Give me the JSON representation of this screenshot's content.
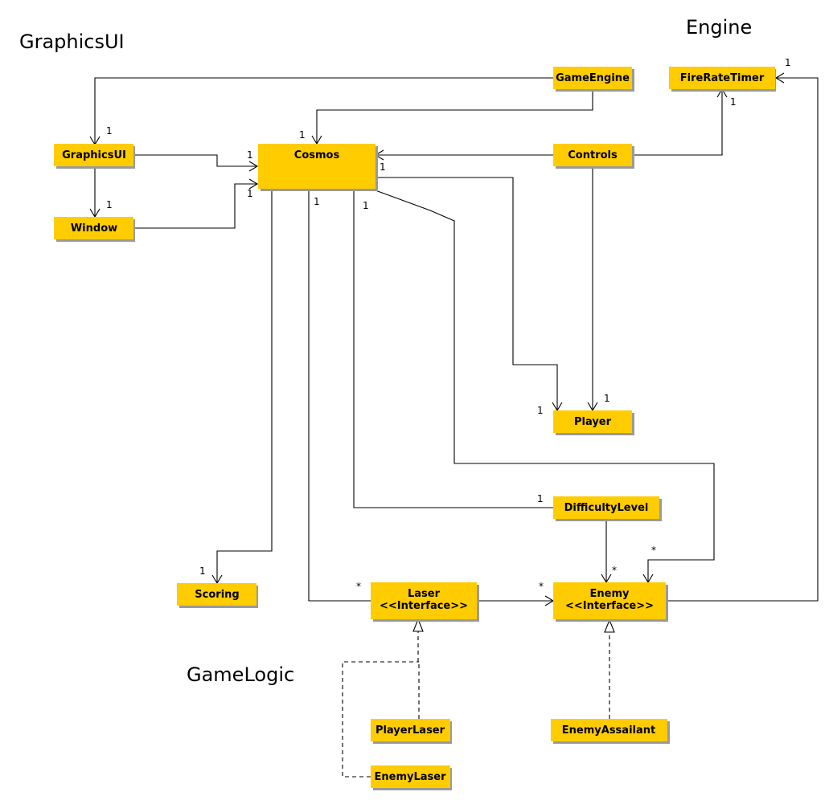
{
  "groups": {
    "graphics_ui": "GraphicsUI",
    "engine": "Engine",
    "game_logic": "GameLogic"
  },
  "colors": {
    "box_fill": "#ffcc00",
    "box_border": "#e6a800"
  },
  "classes": {
    "game_engine": "GameEngine",
    "fire_rate_timer": "FireRateTimer",
    "graphics_ui": "GraphicsUI",
    "cosmos": "Cosmos",
    "controls": "Controls",
    "window": "Window",
    "player": "Player",
    "difficulty_level": "DifficultyLevel",
    "scoring": "Scoring",
    "laser": [
      "Laser",
      "<<Interface>>"
    ],
    "enemy": [
      "Enemy",
      "<<Interface>>"
    ],
    "player_laser": "PlayerLaser",
    "enemy_laser": "EnemyLaser",
    "enemy_assailant": "EnemyAssailant"
  },
  "multiplicities": {
    "fire_rate_timer_right": "1",
    "fire_rate_timer_bottom": "1",
    "graphics_ui_top": "1",
    "window_top": "1",
    "cosmos_top": "1",
    "cosmos_left_1": "1",
    "cosmos_left_2": "1",
    "cosmos_right": "1",
    "cosmos_bottom_1": "1",
    "cosmos_bottom_2": "1",
    "player_left": "1",
    "player_top": "1",
    "difficulty_level_left": "1",
    "scoring_left": "1",
    "laser_left": "*",
    "enemy_left": "*",
    "enemy_top_1": "*",
    "enemy_top_2": "*"
  }
}
